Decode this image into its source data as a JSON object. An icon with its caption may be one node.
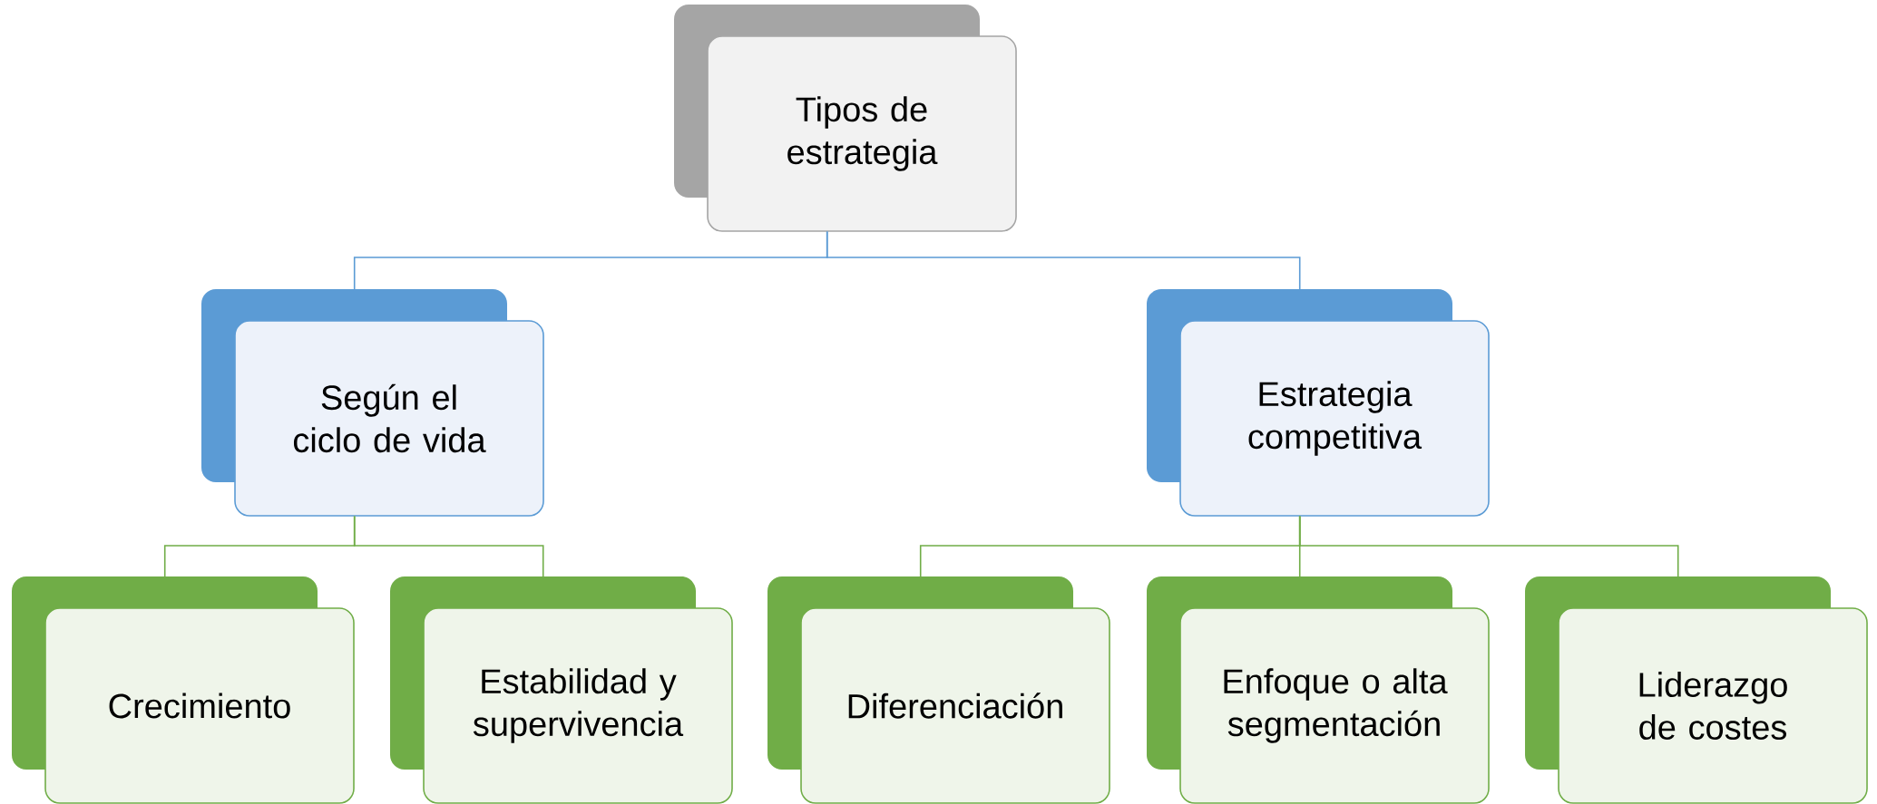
{
  "diagram": {
    "nodes": [
      {
        "text": [
          "Tipos de estrategia"
        ]
      },
      {
        "text": [
          "Según el ciclo de vida"
        ]
      },
      {
        "text": [
          "Estrategia competitiva"
        ]
      },
      {
        "text": [
          "Crecimiento"
        ]
      },
      {
        "text": [
          "Estabilidad y supervivencia"
        ]
      },
      {
        "text": [
          "Diferenciación"
        ]
      },
      {
        "text": [
          "Enfoque o alta segmentación"
        ]
      },
      {
        "text": [
          "Liderazgo de costes"
        ]
      }
    ],
    "edges": [
      {
        "from": 0,
        "to": 1,
        "arrow": "none",
        "color": "#5b9bd5"
      },
      {
        "from": 0,
        "to": 2,
        "arrow": "none",
        "color": "#5b9bd5"
      },
      {
        "from": 1,
        "to": 3,
        "arrow": "none"
      },
      {
        "from": 1,
        "to": 4,
        "arrow": "none"
      },
      {
        "from": 2,
        "to": 5,
        "arrow": "none"
      },
      {
        "from": 2,
        "to": 6,
        "arrow": "none"
      },
      {
        "from": 2,
        "to": 7,
        "arrow": "none"
      }
    ]
  }
}
